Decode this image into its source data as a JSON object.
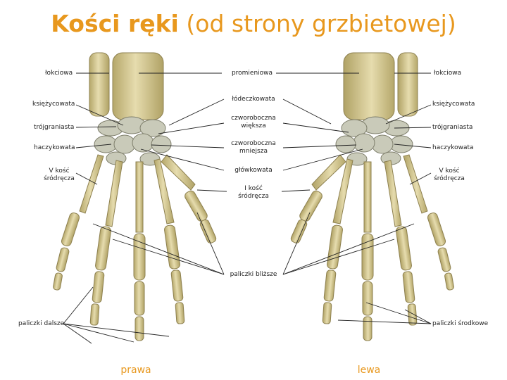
{
  "title": {
    "main": "Kości ręki",
    "sub": "(od strony grzbietowej)"
  },
  "labels": {
    "lokciowa_left": "łokciowa",
    "promieniowa": "promieniowa",
    "lokciowa_right": "łokciowa",
    "ksiezycowata_left": "księżycowata",
    "lodeczkowata": "łódeczkowata",
    "ksiezycowata_right": "księżycowata",
    "trojgraniasta_left": "trójgraniasta",
    "czworoboczna_wieksza": "czworoboczna\nwiększa",
    "trojgraniasta_right": "trójgraniasta",
    "haczykowata_left": "haczykowata",
    "czworoboczna_mniejsza": "czworoboczna\nmniejsza",
    "haczykowata_right": "haczykowata",
    "v_kosc_left": "V kość\nśródręcza",
    "glowkowata": "główkowata",
    "v_kosc_right": "V kość\nśródręcza",
    "i_kosc": "I kość\nśródręcza",
    "paliczki_blizsze": "paliczki bliższe",
    "paliczki_dalsze": "paliczki dalsze",
    "paliczki_srodkowe": "paliczki środkowe"
  },
  "sides": {
    "left": "prawa",
    "right": "lewa"
  },
  "colors": {
    "title": "#e8981e",
    "bone": "#d9cc96",
    "bone_shadow": "#a89a5e",
    "carpal": "#c7c8b8",
    "leader": "#222222"
  }
}
